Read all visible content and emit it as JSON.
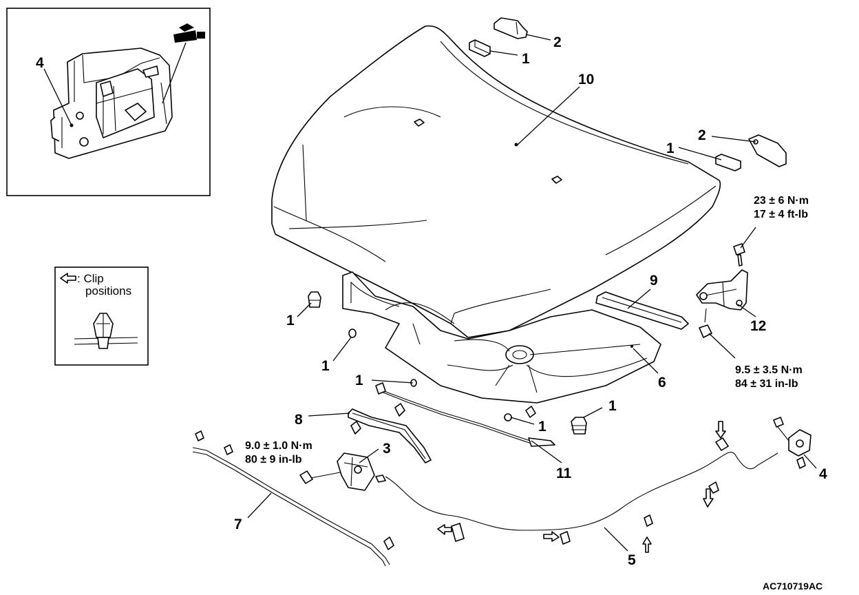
{
  "diagram": {
    "figure_code": "AC710719AC",
    "legend": {
      "icon": "outline-arrow-icon",
      "line1": ": Clip",
      "line2": "positions"
    },
    "callouts": [
      {
        "id": "c1a",
        "text": "1"
      },
      {
        "id": "c2a",
        "text": "2"
      },
      {
        "id": "c10",
        "text": "10"
      },
      {
        "id": "c2b",
        "text": "2"
      },
      {
        "id": "c1b",
        "text": "1"
      },
      {
        "id": "c9",
        "text": "9"
      },
      {
        "id": "c12",
        "text": "12"
      },
      {
        "id": "c1c",
        "text": "1"
      },
      {
        "id": "c1d",
        "text": "1"
      },
      {
        "id": "c1e",
        "text": "1"
      },
      {
        "id": "c6",
        "text": "6"
      },
      {
        "id": "c1f",
        "text": "1"
      },
      {
        "id": "c1g",
        "text": "1"
      },
      {
        "id": "c8",
        "text": "8"
      },
      {
        "id": "c3",
        "text": "3"
      },
      {
        "id": "c11",
        "text": "11"
      },
      {
        "id": "c4b",
        "text": "4"
      },
      {
        "id": "c7",
        "text": "7"
      },
      {
        "id": "c5",
        "text": "5"
      },
      {
        "id": "c4a",
        "text": "4"
      }
    ],
    "torques": [
      {
        "id": "t-hinge-top",
        "line1": "23 ± 6 N·m",
        "line2": "17 ± 4 ft-lb"
      },
      {
        "id": "t-hinge-bottom",
        "line1": "9.5 ± 3.5 N·m",
        "line2": "84 ± 31 in-lb"
      },
      {
        "id": "t-latch",
        "line1": "9.0 ± 1.0 N·m",
        "line2": "80 ± 9 in-lb"
      }
    ]
  }
}
